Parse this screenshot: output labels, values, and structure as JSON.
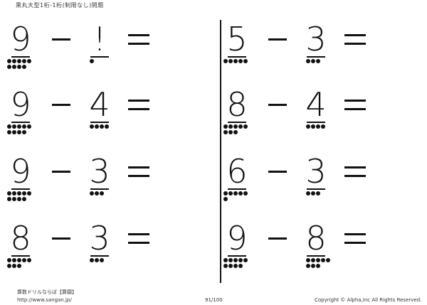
{
  "header": {
    "title": "黒丸大型1桁-1桁(制限なし)問題"
  },
  "problems": [
    {
      "a": "9",
      "b": "!",
      "a_dots": 9,
      "b_dots": 1
    },
    {
      "a": "5",
      "b": "3",
      "a_dots": 5,
      "b_dots": 3
    },
    {
      "a": "9",
      "b": "4",
      "a_dots": 9,
      "b_dots": 4
    },
    {
      "a": "8",
      "b": "4",
      "a_dots": 8,
      "b_dots": 4
    },
    {
      "a": "9",
      "b": "3",
      "a_dots": 9,
      "b_dots": 3
    },
    {
      "a": "6",
      "b": "3",
      "a_dots": 6,
      "b_dots": 3
    },
    {
      "a": "8",
      "b": "3",
      "a_dots": 8,
      "b_dots": 3
    },
    {
      "a": "9",
      "b": "8",
      "a_dots": 9,
      "b_dots": 8
    }
  ],
  "footer": {
    "site": "算数ドリルならば【算願】",
    "url": "http://www.sangan.jp/",
    "page": "91/100",
    "copyright": "Copyright © Alpha,Inc All Rights Reserved."
  }
}
